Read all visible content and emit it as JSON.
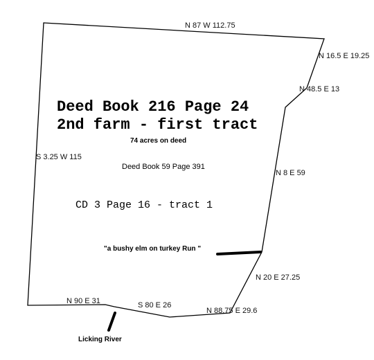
{
  "titles": {
    "line1": "Deed Book 216 Page 24",
    "line2": "2nd farm - first tract",
    "acres": "74 acres on deed",
    "ref1": "Deed Book 59 Page 391",
    "ref2": "CD 3 Page 16 - tract 1"
  },
  "annotations": {
    "elm": "\"a bushy elm on turkey Run \"",
    "river": "Licking River"
  },
  "bearings": [
    "N 87 W 112.75",
    "N 16.5 E 19.25",
    "N 48.5 E 13",
    "N 8 E 59",
    "N 20 E 27.25",
    "N 88.75 E 29.6",
    "S 80 E 26",
    "N 90 E 31",
    "S 3.25 W 115"
  ]
}
